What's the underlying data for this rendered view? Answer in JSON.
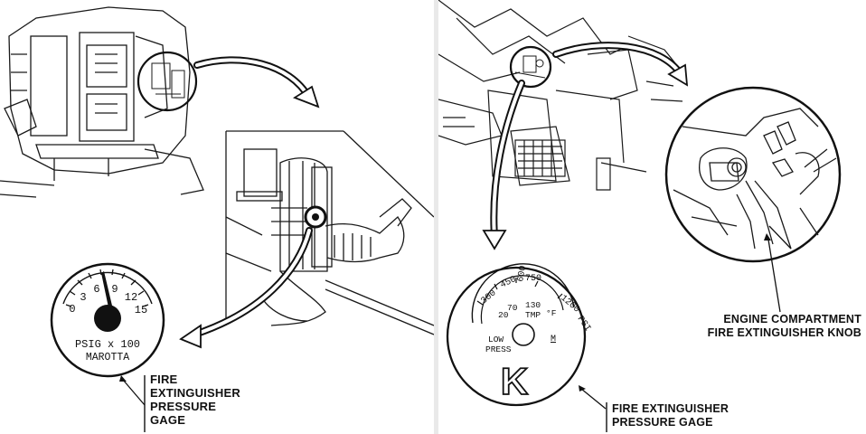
{
  "left_panel": {
    "gauge": {
      "scale_labels": [
        "0",
        "3",
        "6",
        "9",
        "12",
        "15"
      ],
      "unit_label": "PSIG x 100",
      "maker_label": "MAROTTA"
    },
    "callout": {
      "lines": [
        "FIRE",
        "EXTINGUISHER",
        "PRESSURE",
        "GAGE"
      ]
    }
  },
  "right_panel": {
    "gauge": {
      "outer_scale": [
        "300",
        "450",
        "600",
        "750",
        "1200",
        "PSI"
      ],
      "inner_scale": [
        "20",
        "70",
        "130"
      ],
      "temp_labels": [
        "TMP",
        "°F"
      ],
      "low_label": [
        "LOW",
        "PRESS"
      ],
      "m_label": "M",
      "logo": "K"
    },
    "callout_bottom": {
      "lines": [
        "FIRE EXTINGUISHER",
        "PRESSURE GAGE"
      ]
    },
    "callout_top": {
      "lines": [
        "ENGINE COMPARTMENT",
        "FIRE EXTINGUISHER KNOB"
      ]
    }
  }
}
